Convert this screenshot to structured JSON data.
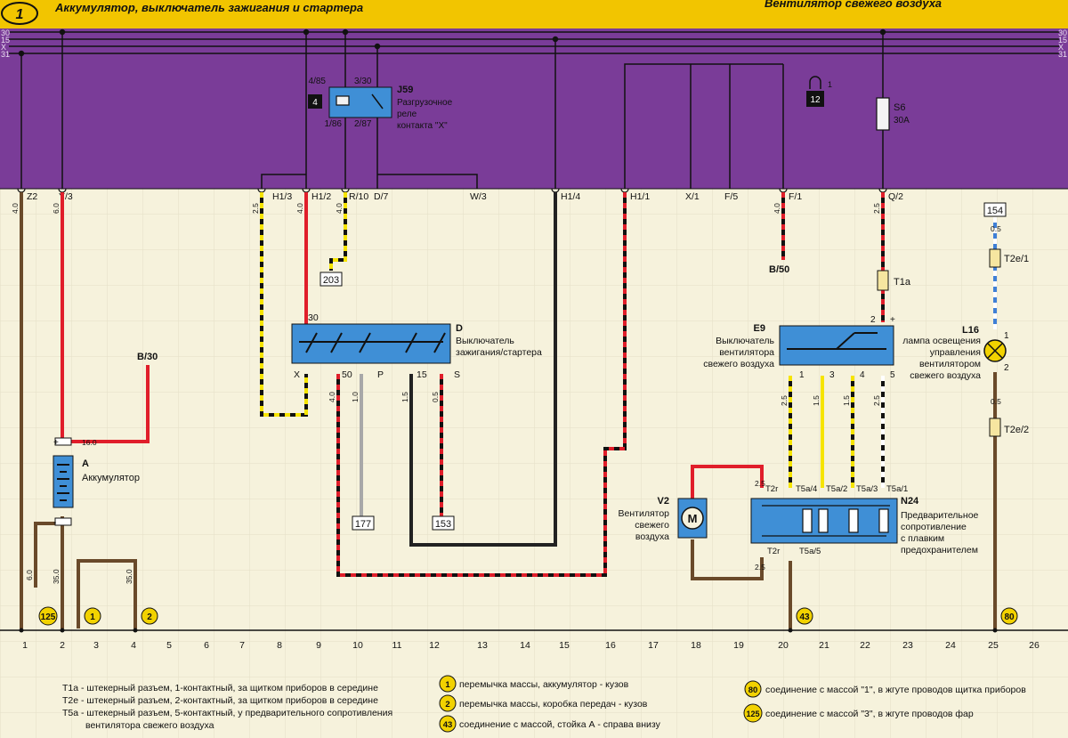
{
  "header": {
    "page_badge": "1",
    "left_title": "Аккумулятор, выключатель зажигания и стартера",
    "right_title": "Вентилятор свежего воздуха"
  },
  "bus_labels": {
    "left": [
      "30",
      "15",
      "X",
      "31"
    ],
    "right": [
      "30",
      "15",
      "X",
      "31"
    ]
  },
  "connector_labels": {
    "z2": "Z2",
    "y3": "Y/3",
    "h13": "H1/3",
    "h12": "H1/2",
    "r10": "R/10",
    "d7": "D/7",
    "w3": "W/3",
    "h14": "H1/4",
    "h11": "H1/1",
    "x1": "X/1",
    "f5": "F/5",
    "f1": "F/1",
    "q2": "Q/2"
  },
  "wire_sizes": {
    "z2": "4.0",
    "y3": "6.0",
    "h13": "2.5",
    "h12": "4.0",
    "r10": "4.0",
    "f1": "4.0",
    "q2": "2.5",
    "bat_plus": "16.0",
    "ign_50": "4.0",
    "ign_p": "1.0",
    "ign_15": "1.5",
    "ign_s": "0.5",
    "ground_6": "6.0",
    "ground_35a": "35.0",
    "ground_35b": "35.0",
    "e9_1": "2.5",
    "e9_3": "1.5",
    "e9_4": "1.5",
    "e9_5": "2.5",
    "v2_top": "2.5",
    "n24_bot": "2.5",
    "l16_top": "0.5",
    "l16_bot": "0.5"
  },
  "relay": {
    "badge": "4",
    "id": "J59",
    "pin_top_left": "4/85",
    "pin_top_right": "3/30",
    "pin_bot_left": "1/86",
    "pin_bot_right": "2/87",
    "desc_line1": "Разгрузочное",
    "desc_line2": "реле",
    "desc_line3": "контакта \"X\""
  },
  "fuse": {
    "id": "S6",
    "rating": "30A"
  },
  "badge_12": {
    "label": "12",
    "pin": "1"
  },
  "ignition_switch": {
    "id": "D",
    "pin_30": "30",
    "title_line1": "Выключатель",
    "title_line2": "зажигания/стартера",
    "pins": [
      "X",
      "50",
      "P",
      "15",
      "S"
    ]
  },
  "e9": {
    "id": "E9",
    "title_line1": "Выключатель",
    "title_line2": "вентилятора",
    "title_line3": "свежего воздуха",
    "pin_top": "2",
    "pin_plus": "+",
    "pins": [
      "1",
      "3",
      "4",
      "5"
    ]
  },
  "l16": {
    "id": "L16",
    "title_line1": "лампа освещения",
    "title_line2": "управления",
    "title_line3": "вентилятором",
    "title_line4": "свежего воздуха",
    "pin_top": "1",
    "pin_bot": "2"
  },
  "connectors": {
    "t1a": "T1a",
    "t2e1": "T2e/1",
    "t2e2": "T2e/2"
  },
  "n24": {
    "id": "N24",
    "title_line1": "Предварительное",
    "title_line2": "сопротивление",
    "title_line3": "с плавким",
    "title_line4": "предохранителем",
    "top_pins": [
      "T2r",
      "T5a/4",
      "T5a/2",
      "T5a/3",
      "T5a/1"
    ],
    "bot_pins": [
      "T2r",
      "T5a/5"
    ]
  },
  "v2": {
    "id": "V2",
    "symbol": "M",
    "title_line1": "Вентилятор",
    "title_line2": "свежего",
    "title_line3": "воздуха"
  },
  "battery": {
    "id": "A",
    "title": "Аккумулятор",
    "plus": "+",
    "minus": "-"
  },
  "refs": {
    "b30": "B/30",
    "b50": "B/50",
    "r203": "203",
    "r177": "177",
    "r153": "153",
    "r154": "154"
  },
  "ground_badges": [
    "125",
    "1",
    "2",
    "43",
    "80"
  ],
  "grid_numbers": [
    "1",
    "2",
    "3",
    "4",
    "5",
    "6",
    "7",
    "8",
    "9",
    "10",
    "11",
    "12",
    "13",
    "14",
    "15",
    "16",
    "17",
    "18",
    "19",
    "20",
    "21",
    "22",
    "23",
    "24",
    "25",
    "26"
  ],
  "legend": {
    "t1a": "T1a - штекерный разъем, 1-контактный, за щитком приборов в середине",
    "t2e": "T2e - штекерный разъем, 2-контактный, за щитком приборов в середине",
    "t5a_1": "T5a - штекерный разъем, 5-контактный, у предварительного сопротивления",
    "t5a_2": "вентилятора свежего воздуха",
    "g1_num": "1",
    "g1": "перемычка массы, аккумулятор - кузов",
    "g2_num": "2",
    "g2": "перемычка массы, коробка передач - кузов",
    "g43_num": "43",
    "g43": "соединение с массой, стойка А - справа внизу",
    "g80_num": "80",
    "g80": "соединение с массой \"1\", в жгуте проводов щитка приборов",
    "g125_num": "125",
    "g125": "соединение с массой \"3\", в жгуте проводов фар"
  },
  "colors": {
    "header": "#f2c500",
    "bus": "#7a3c98",
    "component": "#3f8fd6",
    "badge": "#f2d200",
    "wire_red": "#e01e2a",
    "wire_yellow": "#f6e400",
    "wire_brown": "#6a4a2a",
    "wire_gray": "#a8a8a8"
  }
}
